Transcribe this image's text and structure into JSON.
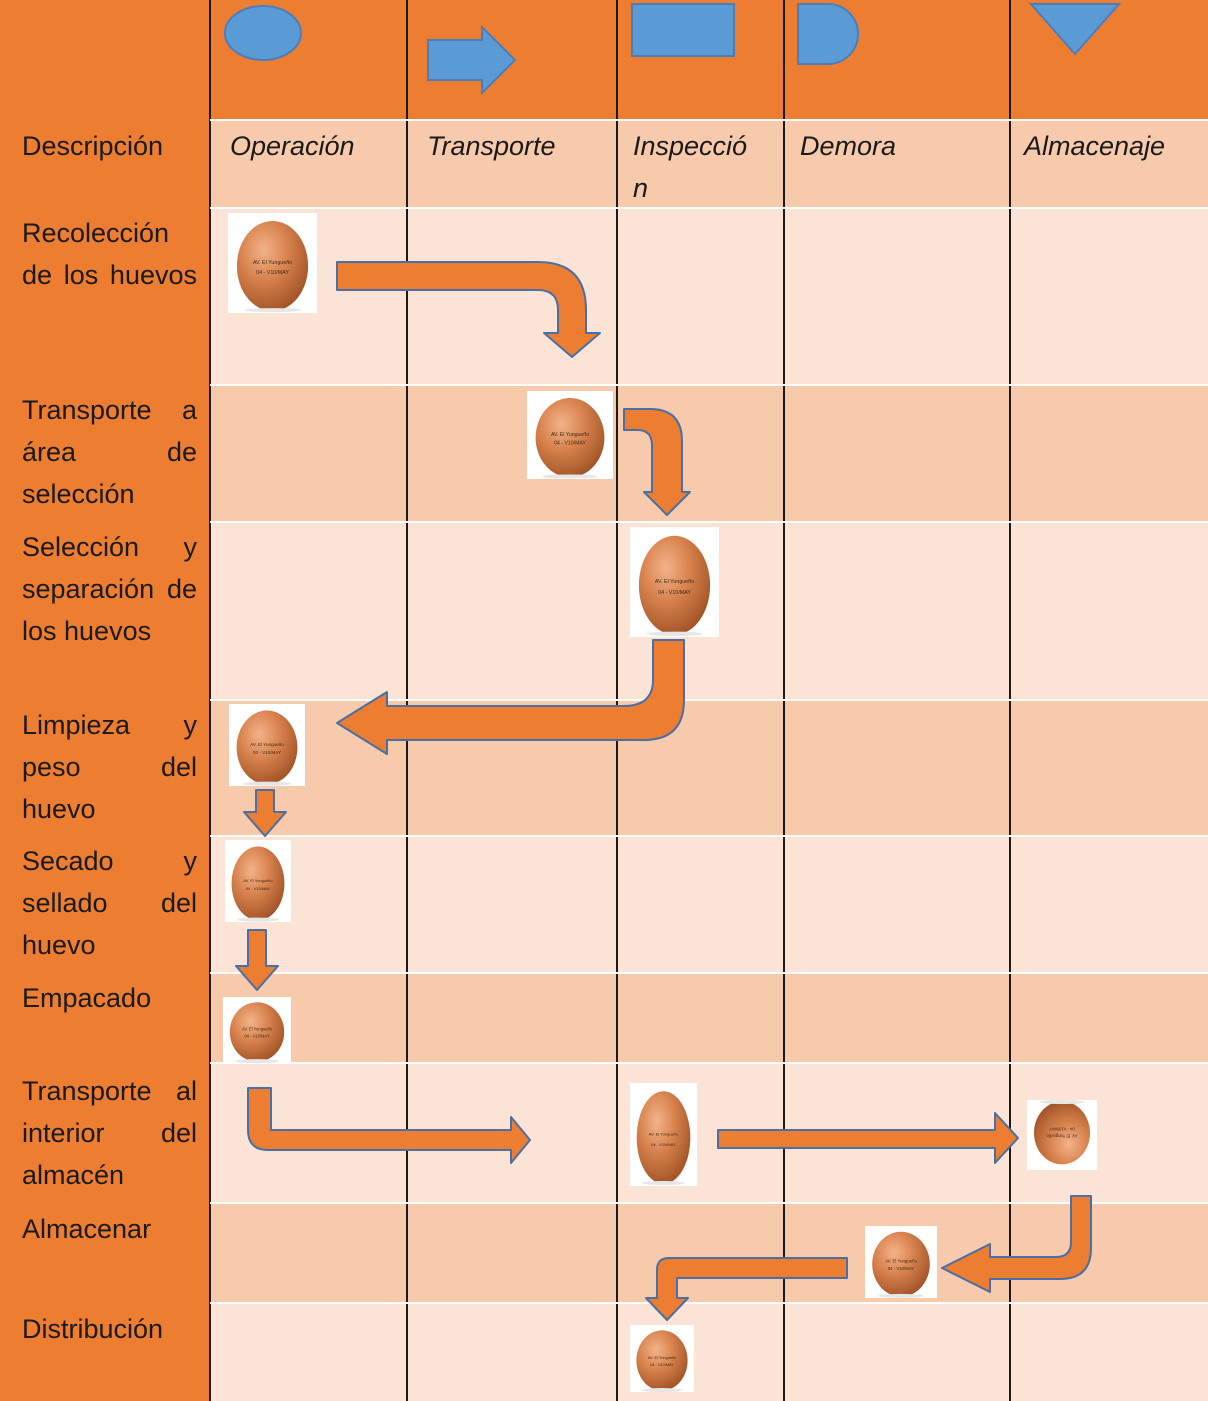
{
  "header": {
    "descripcion": "Descripción",
    "columns": [
      "Operación",
      "Transporte",
      "Inspecció n",
      "Demora",
      "Almacenaje"
    ]
  },
  "symbols": [
    "operation-ellipse",
    "transport-arrow",
    "inspection-rectangle",
    "delay-d-shape",
    "storage-triangle"
  ],
  "rows": [
    {
      "label": "Recolección de los huevos",
      "step_column": "Operación"
    },
    {
      "label": "Transporte a área de selección",
      "step_column": "Transporte"
    },
    {
      "label": "Selección y separación de los huevos",
      "step_column": "Inspección"
    },
    {
      "label": "Limpieza y peso del huevo",
      "step_column": "Operación"
    },
    {
      "label": "Secado y sellado del huevo",
      "step_column": "Operación"
    },
    {
      "label": "Empacado",
      "step_column": "Operación"
    },
    {
      "label": "Transporte al interior del almacén",
      "step_column": "Inspección"
    },
    {
      "label": "Almacenar",
      "step_column": "Demora"
    },
    {
      "label": "Distribución",
      "step_column": "Inspección"
    }
  ],
  "egg_stamp": {
    "line1": "AV. El Yungueño",
    "line2": "04 - V10/MAY"
  },
  "colors": {
    "orange": "#ed7d31",
    "light_peach": "#fbe4d5",
    "mid_peach": "#f7caac",
    "symbol_blue": "#5b9bd5",
    "arrow_orange": "#ed7d31",
    "arrow_outline": "#4a6fa5"
  }
}
